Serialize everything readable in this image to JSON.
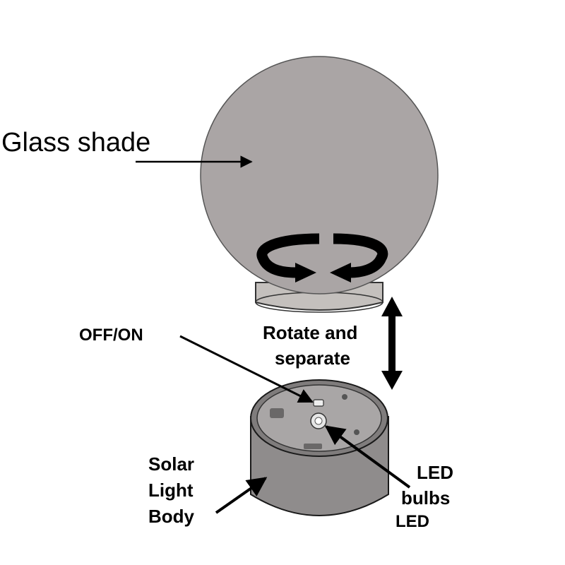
{
  "labels": {
    "glass_shade": "Glass shade",
    "off_on": "OFF/ON",
    "rotate": "Rotate and",
    "separate": "separate",
    "solar": "Solar",
    "light": "Light",
    "body": "Body",
    "led_top": "LED",
    "bulbs": "bulbs",
    "led_bottom": "LED"
  },
  "colors": {
    "shade": "#aaa5a5",
    "body": "#8f8c8c",
    "outline": "#1a1a1a",
    "arrow": "#000000"
  }
}
